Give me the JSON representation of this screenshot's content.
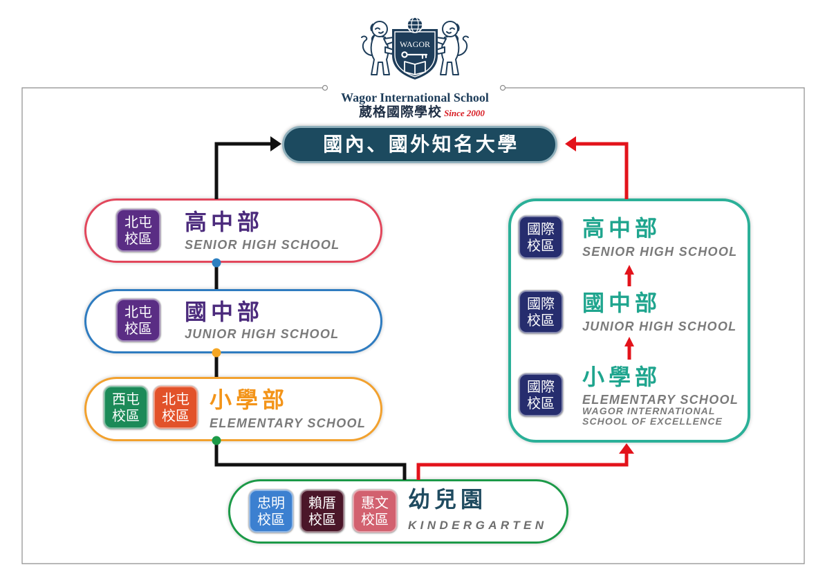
{
  "logo": {
    "crest_text": "WAGOR",
    "crest_icon": "wagor-crest-icon",
    "school_name_en": "Wagor International School",
    "school_name_zh": "葳格國際學校",
    "since": "Since 2000",
    "color": "#1e3d5a",
    "since_color": "#d7181f"
  },
  "destination": {
    "label": "國內、國外知名大學",
    "fill": "#1c4a5f"
  },
  "connectors": {
    "local_color": "#111111",
    "international_color": "#e3131b"
  },
  "local_track": {
    "junction_dots": [
      "#2b7fc1",
      "#f5a623",
      "#1c9a48"
    ],
    "senior_high": {
      "title": "高中部",
      "subtitle": "SENIOR HIGH SCHOOL",
      "border_color": "#e2475c",
      "title_color": "#4b2a7c",
      "badges": [
        {
          "line1": "北屯",
          "line2": "校區",
          "color": "#5a2d84"
        }
      ]
    },
    "junior_high": {
      "title": "國中部",
      "subtitle": "JUNIOR HIGH SCHOOL",
      "border_color": "#2f7cc0",
      "title_color": "#4b2a7c",
      "badges": [
        {
          "line1": "北屯",
          "line2": "校區",
          "color": "#5a2d84"
        }
      ]
    },
    "elementary": {
      "title": "小學部",
      "subtitle": "ELEMENTARY SCHOOL",
      "border_color": "#f2a12e",
      "title_color": "#f39419",
      "badges": [
        {
          "line1": "西屯",
          "line2": "校區",
          "color": "#1c8a58"
        },
        {
          "line1": "北屯",
          "line2": "校區",
          "color": "#e2522a"
        }
      ]
    }
  },
  "kindergarten": {
    "title": "幼兒園",
    "subtitle": "KINDERGARTEN",
    "border_color": "#1c9a48",
    "title_color": "#1f4b60",
    "badges": [
      {
        "line1": "忠明",
        "line2": "校區",
        "color": "#3c80d0"
      },
      {
        "line1": "賴厝",
        "line2": "校區",
        "color": "#4b1629"
      },
      {
        "line1": "惠文",
        "line2": "校區",
        "color": "#d2616f"
      }
    ]
  },
  "international_track": {
    "border_color": "#2bb098",
    "title_color": "#1fa58e",
    "senior_high": {
      "badge": {
        "line1": "國際",
        "line2": "校區",
        "color": "#262d6e"
      },
      "title": "高中部",
      "subtitle": "SENIOR HIGH SCHOOL"
    },
    "junior_high": {
      "badge": {
        "line1": "國際",
        "line2": "校區",
        "color": "#262d6e"
      },
      "title": "國中部",
      "subtitle": "JUNIOR HIGH SCHOOL"
    },
    "elementary": {
      "badge": {
        "line1": "國際",
        "line2": "校區",
        "color": "#262d6e"
      },
      "title": "小學部",
      "subtitle": "ELEMENTARY SCHOOL",
      "note_lines": [
        "WAGOR INTERNATIONAL",
        "SCHOOL OF EXCELLENCE"
      ]
    }
  }
}
